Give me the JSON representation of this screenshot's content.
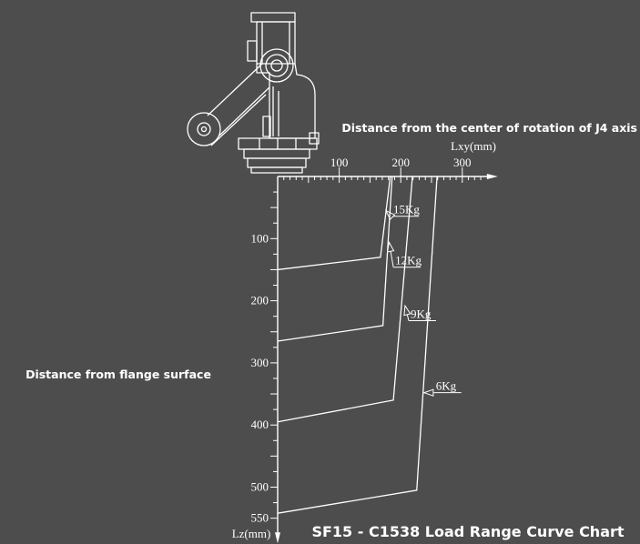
{
  "chart_data": {
    "type": "line",
    "title": "SF15 - C1538 Load Range Curve Chart",
    "xlabel_caption": "Distance from the center of rotation of J4 axis",
    "xlabel": "Lxy(mm)",
    "ylabel_caption": "Distance from flange surface",
    "ylabel": "Lz(mm)",
    "xlim": [
      0,
      340
    ],
    "ylim": [
      0,
      570
    ],
    "x_ticks": [
      {
        "value": 100,
        "label": "100"
      },
      {
        "value": 200,
        "label": "200"
      },
      {
        "value": 300,
        "label": "300"
      }
    ],
    "y_ticks": [
      {
        "value": 100,
        "label": "100"
      },
      {
        "value": 200,
        "label": "200"
      },
      {
        "value": 300,
        "label": "300"
      },
      {
        "value": 400,
        "label": "400"
      },
      {
        "value": 500,
        "label": "500"
      },
      {
        "value": 550,
        "label": "550"
      }
    ],
    "series": [
      {
        "name": "15Kg",
        "x": [
          0,
          167,
          183
        ],
        "y": [
          150,
          130,
          0
        ],
        "label_at": [
          185,
          64
        ],
        "arrow_at": [
          176,
          55
        ]
      },
      {
        "name": "12Kg",
        "x": [
          0,
          171,
          186
        ],
        "y": [
          265,
          240,
          0
        ],
        "label_at": [
          188,
          146
        ],
        "arrow_at": [
          181,
          106
        ]
      },
      {
        "name": "9Kg",
        "x": [
          0,
          188,
          219
        ],
        "y": [
          395,
          360,
          0
        ],
        "label_at": [
          213,
          232
        ],
        "arrow_at": [
          207,
          208
        ]
      },
      {
        "name": "6Kg",
        "x": [
          0,
          226,
          259
        ],
        "y": [
          542,
          505,
          0
        ],
        "label_at": [
          254,
          348
        ],
        "arrow_at": [
          238,
          348
        ]
      }
    ]
  },
  "icons": {
    "robot_flange": "robot-arm-flange-icon",
    "x_arrow": "arrow-right-icon",
    "y_arrow": "arrow-down-icon"
  },
  "colors": {
    "background": "#4d4d4d",
    "line": "#ffffff"
  }
}
